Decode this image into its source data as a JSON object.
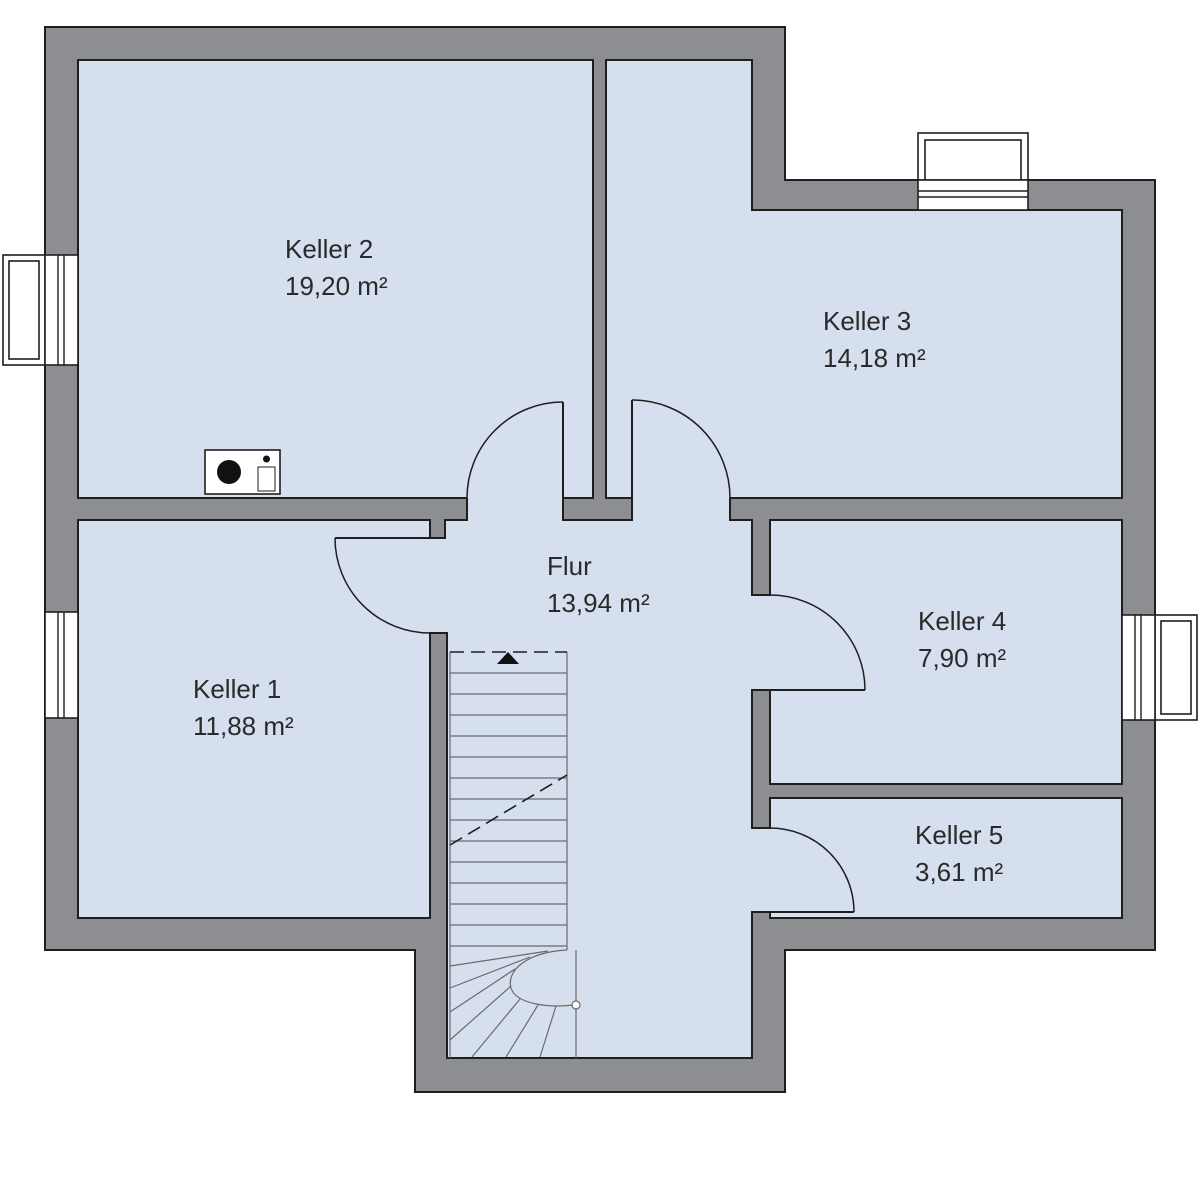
{
  "floor_plan": {
    "rooms": {
      "keller_2": {
        "name": "Keller 2",
        "area": "19,20 m²"
      },
      "keller_3": {
        "name": "Keller 3",
        "area": "14,18 m²"
      },
      "flur": {
        "name": "Flur",
        "area": "13,94 m²"
      },
      "keller_4": {
        "name": "Keller 4",
        "area": "7,90 m²"
      },
      "keller_1": {
        "name": "Keller 1",
        "area": "11,88 m²"
      },
      "keller_5": {
        "name": "Keller 5",
        "area": "3,61 m²"
      }
    },
    "icons": {
      "appliance": "washing-machine-icon",
      "stair_direction": "arrow-up-icon",
      "windows": "window-icon"
    }
  },
  "colors": {
    "wall": "#8c8e91",
    "room": "#d6dfee",
    "line": "#1e1e1e",
    "window": "#ffffff",
    "text": "#2a2a2a"
  }
}
